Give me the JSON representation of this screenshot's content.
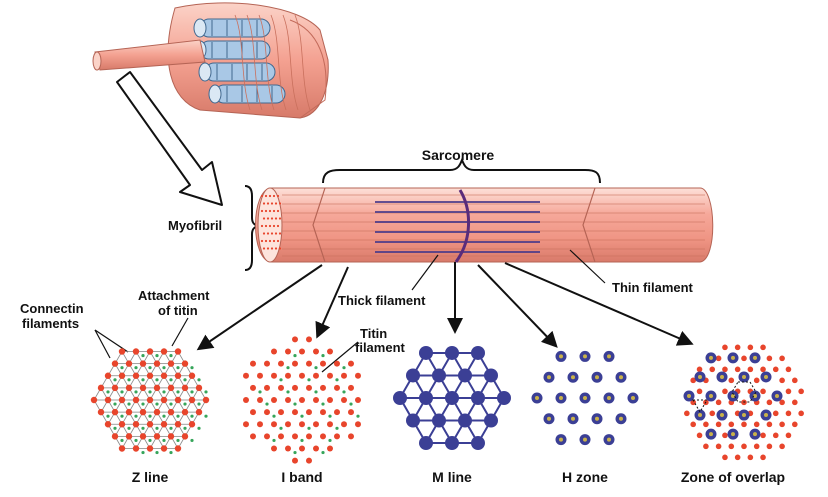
{
  "labels": {
    "sarcomere": "Sarcomere",
    "myofibril": "Myofibril",
    "thick_filament": "Thick filament",
    "thin_filament": "Thin filament",
    "titin_filament_1": "Titin",
    "titin_filament_2": "filament",
    "connectin_1": "Connectin",
    "connectin_2": "filaments",
    "attachment_1": "Attachment",
    "attachment_2": "of titin"
  },
  "cross_sections": [
    {
      "id": "z-line",
      "label": "Z line"
    },
    {
      "id": "i-band",
      "label": "I band"
    },
    {
      "id": "m-line",
      "label": "M line"
    },
    {
      "id": "h-zone",
      "label": "H zone"
    },
    {
      "id": "zone-of-overlap",
      "label": "Zone of overlap"
    }
  ],
  "colors": {
    "muscle_pink": "#f6a89a",
    "muscle_light": "#fbd3c8",
    "thin_red": "#e8452c",
    "thick_blue": "#3b3f95",
    "titin_green": "#36a55a",
    "line_gray": "#8a8a8a"
  }
}
